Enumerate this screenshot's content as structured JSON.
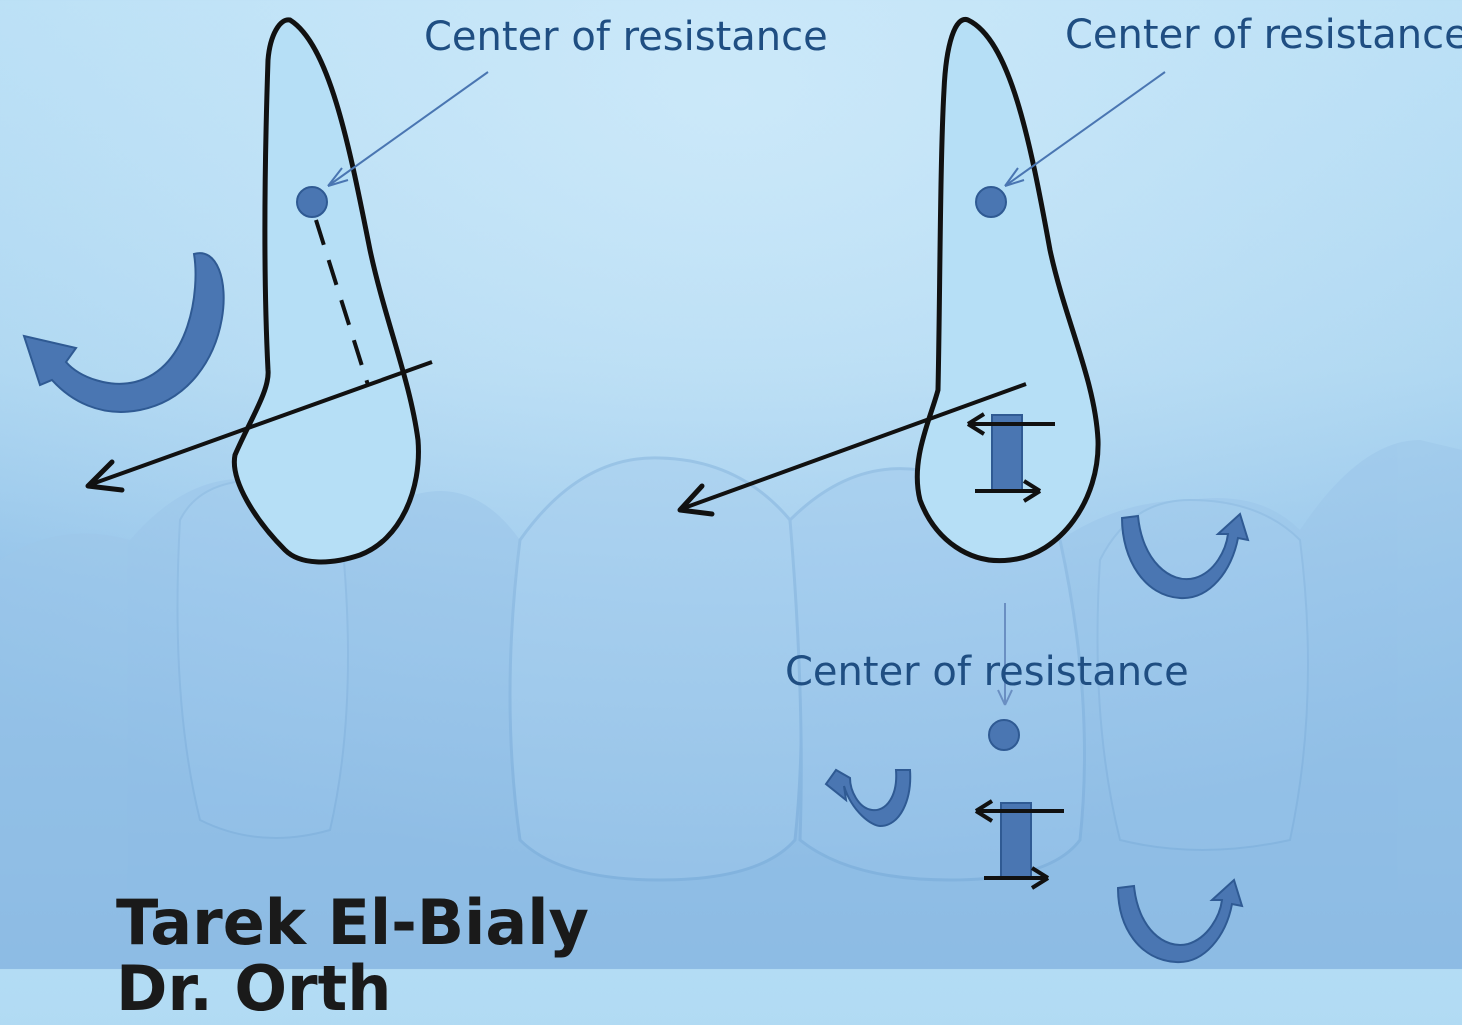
{
  "labels": {
    "center_left": "Center of resistance",
    "center_right": "Center of resistance",
    "center_bottom": "Center of resistance"
  },
  "author": {
    "name": "Tarek El-Bialy",
    "subtitle_cut": "Dr. Orth"
  },
  "colors": {
    "background_top": "#b3dcf4",
    "background_bottom": "#7aaedd",
    "tooth_fill": "#b8e0f6",
    "outline": "#111111",
    "accent": "#4a76b2",
    "label": "#1f4e82"
  }
}
